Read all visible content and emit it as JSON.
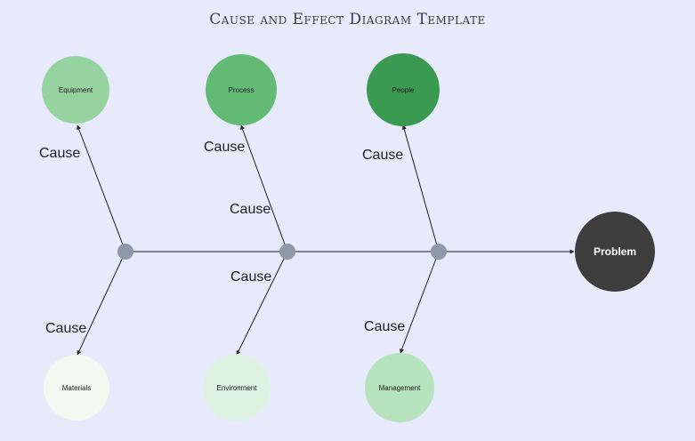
{
  "title": "Cause and Effect Diagram Template",
  "problem": {
    "label": "Problem",
    "color": "#3d3d3d"
  },
  "categories": [
    {
      "label": "Equipment",
      "color": "#97d2a1"
    },
    {
      "label": "Process",
      "color": "#62ba74"
    },
    {
      "label": "People",
      "color": "#3b9a52"
    },
    {
      "label": "Materials",
      "color": "#f0faf0"
    },
    {
      "label": "Environment",
      "color": "#dcf1df"
    },
    {
      "label": "Management",
      "color": "#b6e2bd"
    }
  ],
  "cause_label": "Cause",
  "junction_color": "#8f98a8"
}
